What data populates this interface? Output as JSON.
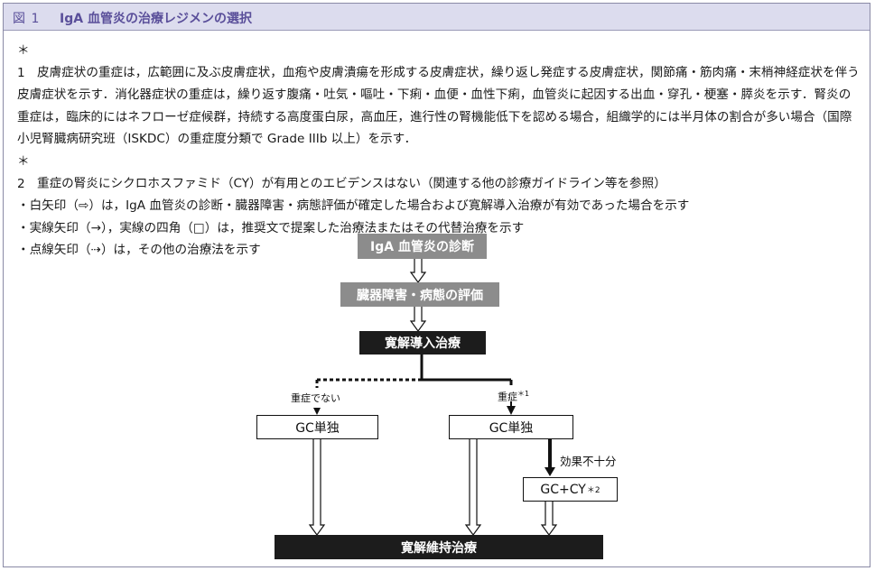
{
  "figure": {
    "number": "図 1",
    "title": "IgA 血管炎の治療レジメンの選択"
  },
  "notes": [
    {
      "marker": "＊1",
      "text": "皮膚症状の重症は，広範囲に及ぶ皮膚症状，血疱や皮膚潰瘍を形成する皮膚症状，繰り返し発症する皮膚症状，関節痛・筋肉痛・末梢神経症状を伴う皮膚症状を示す．消化器症状の重症は，繰り返す腹痛・吐気・嘔吐・下痢・血便・血性下痢，血管炎に起因する出血・穿孔・梗塞・膵炎を示す．腎炎の重症は，臨床的にはネフローゼ症候群，持続する高度蛋白尿，高血圧，進行性の腎機能低下を認める場合，組織学的には半月体の割合が多い場合（国際小児腎臓病研究班（ISKDC）の重症度分類で Grade IIIb 以上）を示す．"
    },
    {
      "marker": "＊2",
      "text": "重症の腎炎にシクロホスファミド（CY）が有用とのエビデンスはない（関連する他の診療ガイドライン等を参照）"
    },
    {
      "marker": "・",
      "text": "白矢印（⇨）は，IgA 血管炎の診断・臓器障害・病態評価が確定した場合および寛解導入治療が有効であった場合を示す"
    },
    {
      "marker": "・",
      "text": "実線矢印（→），実線の四角（□）は，推奨文で提案した治療法またはその代替治療を示す"
    },
    {
      "marker": "・",
      "text": "点線矢印（⇢）は，その他の治療法を示す"
    }
  ],
  "flow": {
    "diagnosis": "IgA 血管炎の診断",
    "evaluation": "臓器障害・病態の評価",
    "induction": "寛解導入治療",
    "branch_mild": "重症でない",
    "branch_severe": "重症",
    "branch_severe_mark": "＊1",
    "gc_left": "GC単独",
    "gc_right": "GC単独",
    "insufficient": "効果不十分",
    "gc_cy": "GC+CY",
    "gc_cy_mark": "＊2",
    "maintenance": "寛解維持治療"
  }
}
